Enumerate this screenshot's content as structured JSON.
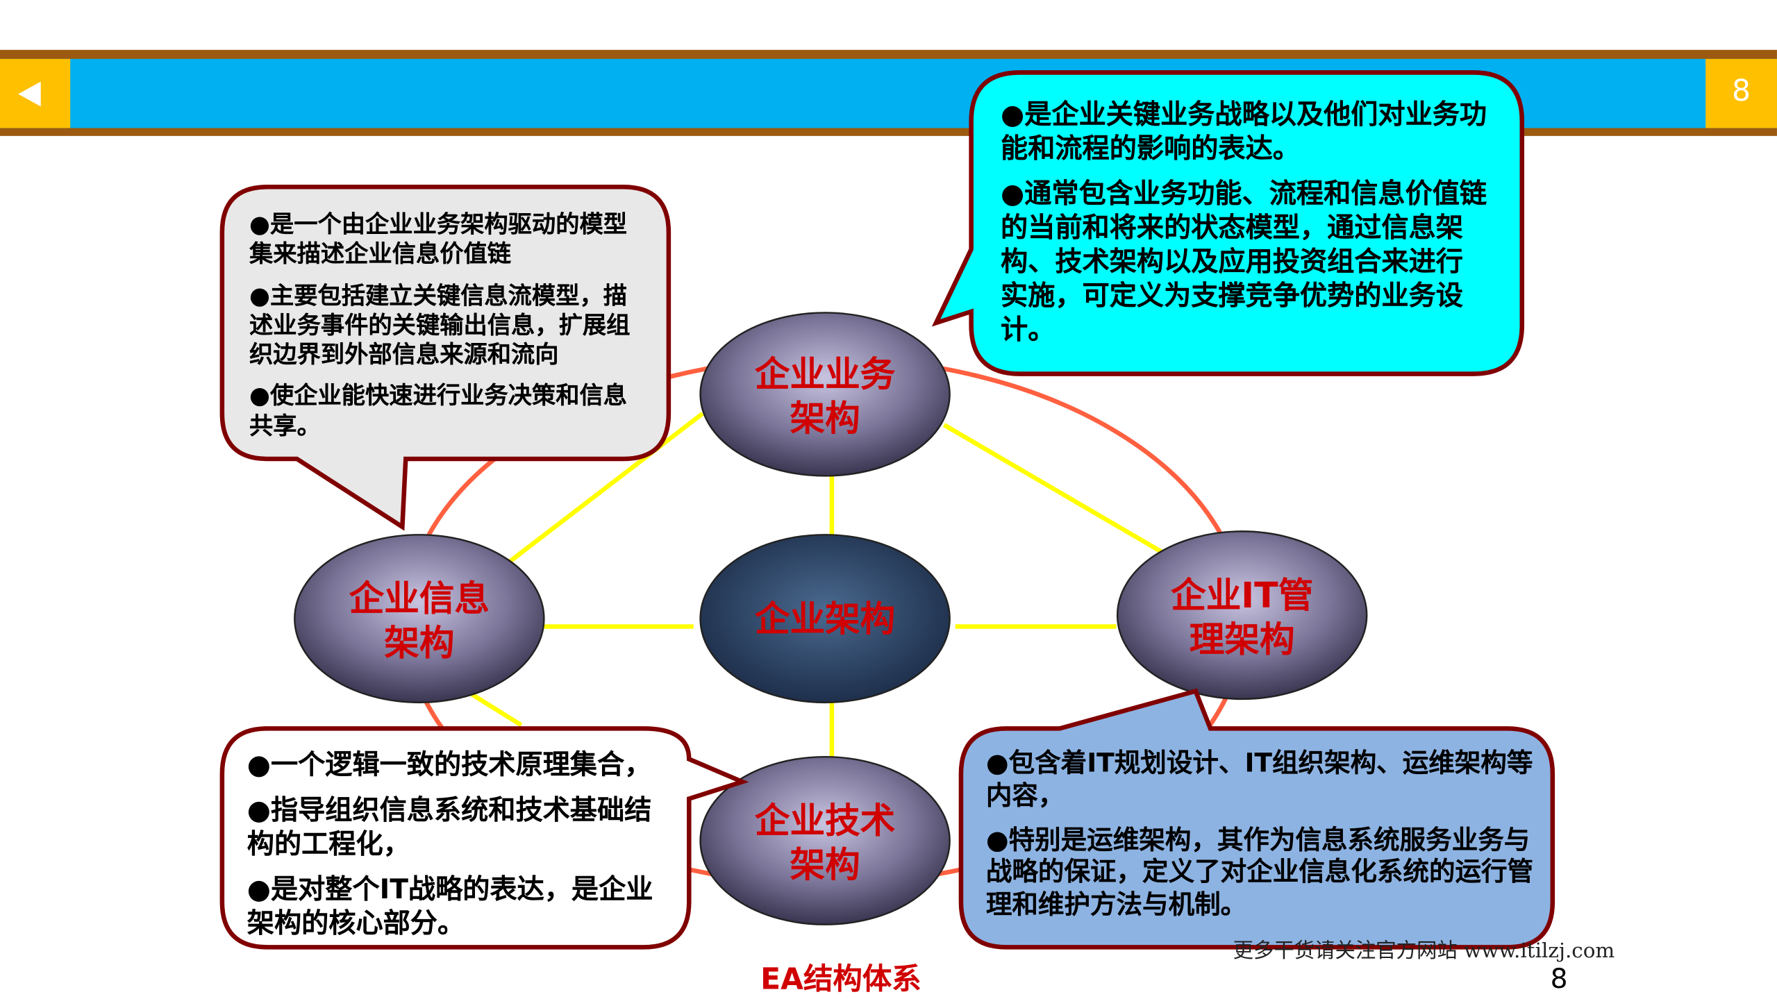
{
  "header": {
    "back_icon": "triangle-left-icon",
    "page_number": "8",
    "colors": {
      "bar": "#00b0f0",
      "border": "#9c5a10",
      "tab": "#ffc000"
    }
  },
  "nodes": {
    "business": "企业业务\n架构",
    "information": "企业信息\n架构",
    "center": "企业架构",
    "it_management": "企业IT管\n理架构",
    "technology": "企业技术\n架构"
  },
  "callouts": {
    "information": [
      "●是一个由企业业务架构驱动的模型集来描述企业信息价值链",
      "●主要包括建立关键信息流模型，描述业务事件的关键输出信息，扩展组织边界到外部信息来源和流向",
      "●使企业能快速进行业务决策和信息共享。"
    ],
    "business": [
      "●是企业关键业务战略以及他们对业务功能和流程的影响的表达。",
      "●通常包含业务功能、流程和信息价值链的当前和将来的状态模型，通过信息架构、技术架构以及应用投资组合来进行实施，可定义为支撑竞争优势的业务设计。"
    ],
    "technology": [
      "●一个逻辑一致的技术原理集合，",
      "●指导组织信息系统和技术基础结构的工程化，",
      "●是对整个IT战略的表达，是企业架构的核心部分。"
    ],
    "it_management": [
      "●包含着IT规划设计、IT组织架构、运维架构等内容，",
      "●特别是运维架构，其作为信息系统服务业务与战略的保证，定义了对企业信息化系统的运行管理和维护方法与机制。"
    ]
  },
  "caption": "EA结构体系",
  "watermark": "更多干货请关注官方网站 www.itilzj.com",
  "footer_page": "8"
}
